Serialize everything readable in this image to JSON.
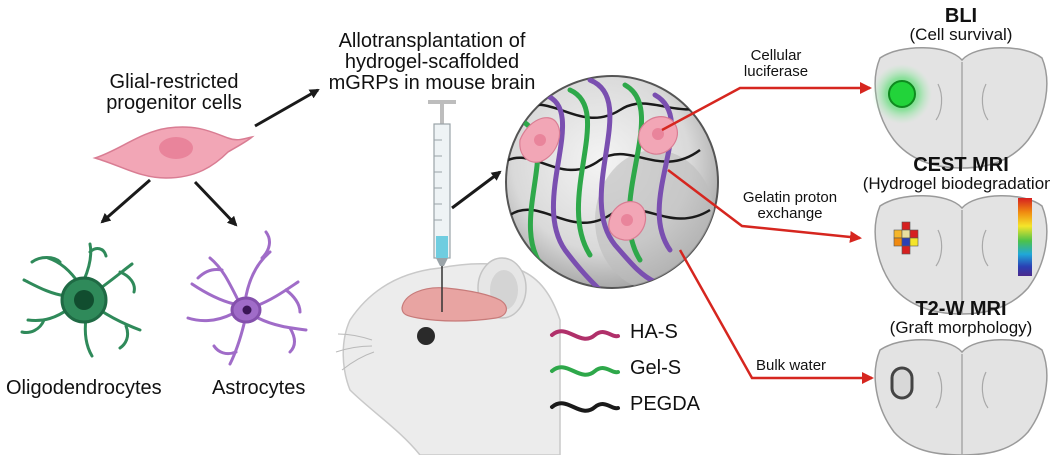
{
  "source": {
    "title": "Glial-restricted\nprogenitor cells",
    "colors": {
      "cell": "#f2a6b6",
      "nucleus": "#e9849b",
      "arrow": "#1a1a1a"
    }
  },
  "derived": {
    "oligo_label": "Oligodendrocytes",
    "astro_label": "Astrocytes",
    "colors": {
      "oligo": "#2f8a5a",
      "astro": "#a06cc8"
    }
  },
  "transplant": {
    "caption": "Allotransplantation of\nhydrogel-scaffolded\nmGRPs in mouse brain",
    "icons": [
      "syringe-icon",
      "mouse-icon",
      "brain-icon"
    ]
  },
  "legend": {
    "items": [
      {
        "label": "HA-S",
        "color": "#b0306a"
      },
      {
        "label": "Gel-S",
        "color": "#2ea84a"
      },
      {
        "label": "PEGDA",
        "color": "#1a1a1a"
      }
    ]
  },
  "connections": {
    "luciferase": "Cellular\nluciferase",
    "gelatin": "Gelatin proton\nexchange",
    "water": "Bulk water",
    "color": "#d6261f"
  },
  "modalities": {
    "bli": {
      "title": "BLI",
      "subtitle": "(Cell survival)",
      "signal_color": "#22d33a"
    },
    "cest": {
      "title": "CEST MRI",
      "subtitle": "(Hydrogel biodegradation)",
      "colorbar": [
        "#d62020",
        "#f08a10",
        "#f5e52a",
        "#4cc24a",
        "#20a8d8",
        "#2a3fb4",
        "#4b2a8c"
      ]
    },
    "t2": {
      "title": "T2-W MRI",
      "subtitle": "(Graft morphology)"
    }
  }
}
